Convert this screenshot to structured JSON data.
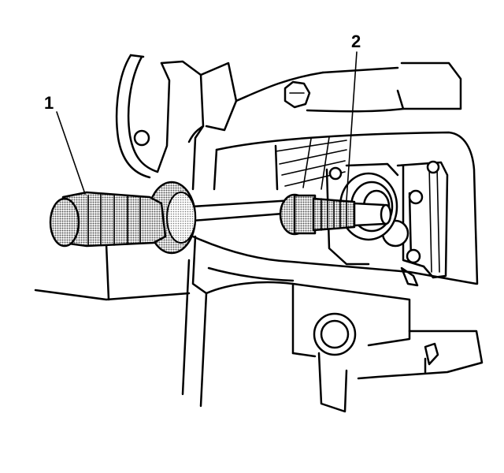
{
  "callouts": [
    {
      "id": "1",
      "label": "1"
    },
    {
      "id": "2",
      "label": "2"
    }
  ],
  "colors": {
    "line": "#000000",
    "background": "#ffffff",
    "shading": "#7a7a7a"
  }
}
